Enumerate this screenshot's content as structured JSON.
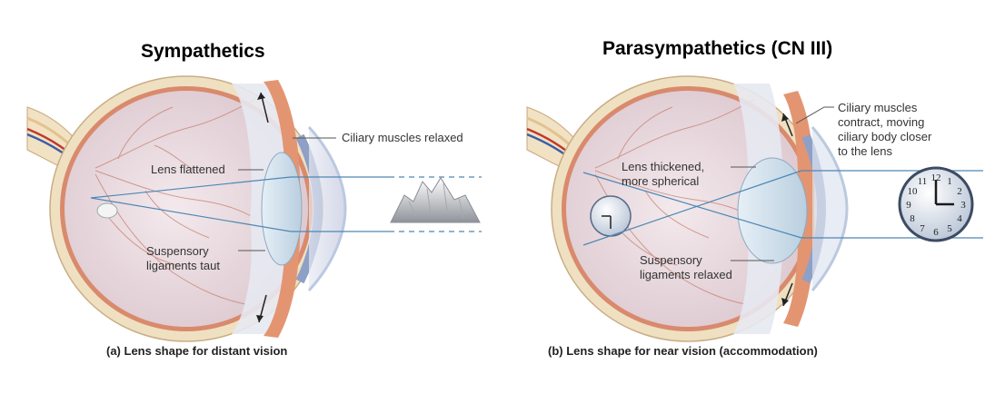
{
  "left": {
    "heading": "Sympathetics",
    "caption": "(a) Lens shape for distant vision",
    "labels": {
      "ciliary": "Ciliary muscles relaxed",
      "lens": "Lens flattened",
      "lig_1": "Suspensory",
      "lig_2": "ligaments taut"
    },
    "object_icon": "mountain-icon"
  },
  "right": {
    "heading": "Parasympathetics (CN III)",
    "caption": "(b) Lens shape for near vision (accommodation)",
    "labels": {
      "ciliary_1": "Ciliary muscles",
      "ciliary_2": "contract, moving",
      "ciliary_3": "ciliary body closer",
      "ciliary_4": "to the lens",
      "lens_1": "Lens thickened,",
      "lens_2": "more spherical",
      "lig_1": "Suspensory",
      "lig_2": "ligaments relaxed"
    },
    "object_icon": "clock-icon",
    "clock_numbers": [
      "12",
      "1",
      "2",
      "3",
      "4",
      "5",
      "6",
      "7",
      "8",
      "9",
      "10",
      "11"
    ]
  },
  "colors": {
    "sclera": "#efe0c2",
    "choroid": "#d98a6d",
    "interior": "#ece0e3",
    "vessel": "#c98579",
    "ciliary_muscle": "#e39571",
    "lens": "#cfe0ec",
    "cornea": "#9fb3d3",
    "light_ray": "#4d87b5"
  }
}
